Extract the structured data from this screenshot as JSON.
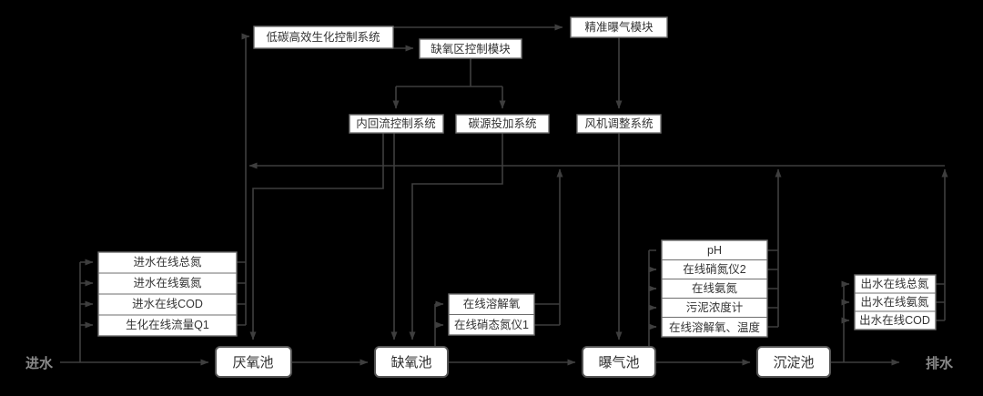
{
  "diagram": {
    "title_hint": "wastewater A2O process intelligent control diagram",
    "colors": {
      "background": "#000000",
      "line": "#3e3e3e",
      "box_fill": "#ffffff",
      "box_border": "#6e6e6e",
      "tank_border": "#555555",
      "box_text": "#333333",
      "flow_text": "#8a8a8a"
    },
    "nodes": {
      "main_control": "低碳高效生化控制系统",
      "anoxic_zone_module": "缺氧区控制模块",
      "precise_aeration_module": "精准曝气模块",
      "internal_reflux_system": "内回流控制系统",
      "carbon_dosing_system": "碳源投加系统",
      "blower_adjust_system": "风机调整系统"
    },
    "sensor_stacks": {
      "influent": [
        "进水在线总氮",
        "进水在线氨氮",
        "进水在线COD",
        "生化在线流量Q1"
      ],
      "anoxic": [
        "在线溶解氧",
        "在线硝态氮仪1"
      ],
      "aeration": [
        "pH",
        "在线硝氮仪2",
        "在线氨氮",
        "污泥浓度计",
        "在线溶解氧、温度"
      ],
      "effluent": [
        "出水在线总氮",
        "出水在线氨氮",
        "出水在线COD"
      ]
    },
    "tanks": [
      "厌氧池",
      "缺氧池",
      "曝气池",
      "沉淀池"
    ],
    "flow": {
      "inlet": "进水",
      "outlet": "排水"
    }
  }
}
